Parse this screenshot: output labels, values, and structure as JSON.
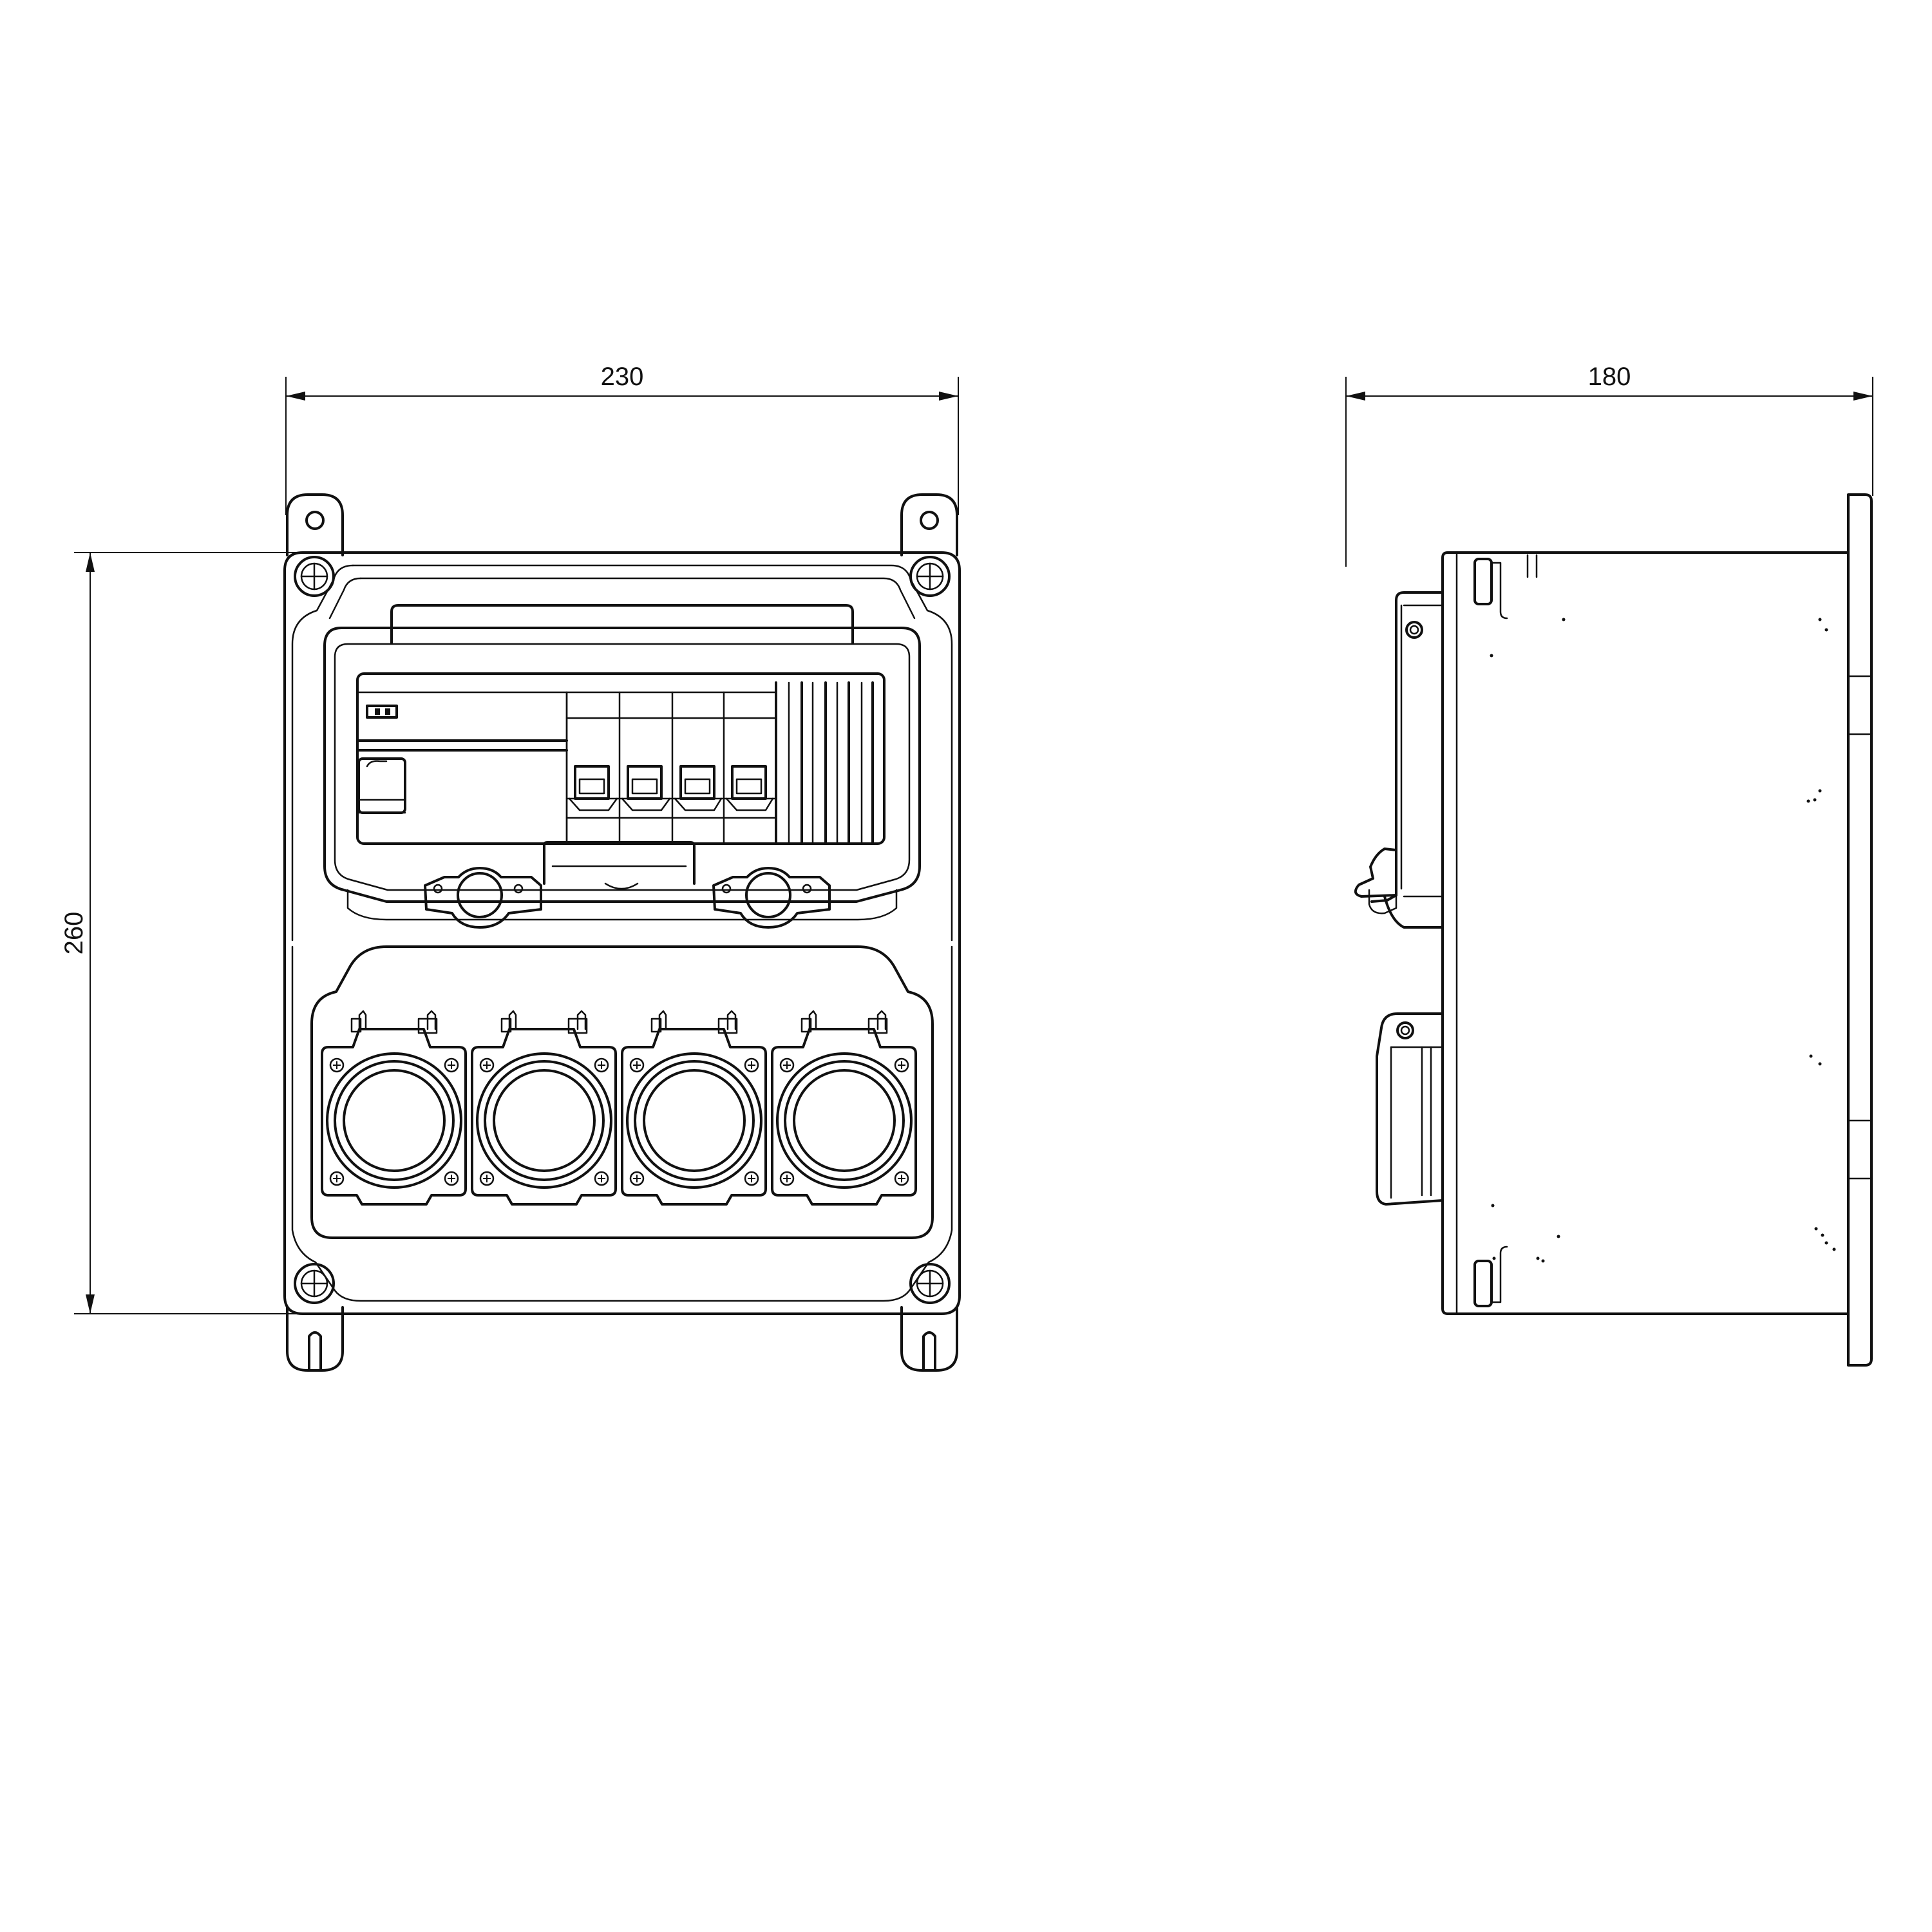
{
  "dimensions": {
    "front_width": "230",
    "front_height": "260",
    "side_depth": "180"
  },
  "front_view": {
    "socket_count": 4,
    "mcb_count": 4
  }
}
